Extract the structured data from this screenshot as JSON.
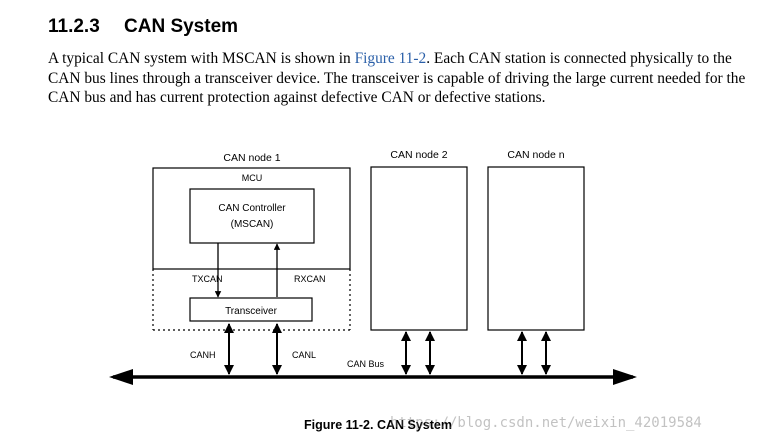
{
  "section": {
    "number": "11.2.3",
    "title": "CAN System"
  },
  "paragraph": {
    "before_link": "A typical CAN system with MSCAN is shown in ",
    "link": "Figure 11-2",
    "after_link": ". Each CAN station is connected physically to the CAN bus lines through a transceiver device. The transceiver is capable of driving the large current needed for the CAN bus and has current protection against defective CAN or defective stations."
  },
  "diagram": {
    "node1_label": "CAN node 1",
    "node2_label": "CAN node 2",
    "noden_label": "CAN node n",
    "mcu_label": "MCU",
    "controller_line1": "CAN Controller",
    "controller_line2": "(MSCAN)",
    "txcan_label": "TXCAN",
    "rxcan_label": "RXCAN",
    "transceiver_label": "Transceiver",
    "canh_label": "CANH",
    "canl_label": "CANL",
    "bus_label": "CAN Bus"
  },
  "caption": "Figure 11-2. CAN System",
  "watermark": "https://blog.csdn.net/weixin_42019584"
}
